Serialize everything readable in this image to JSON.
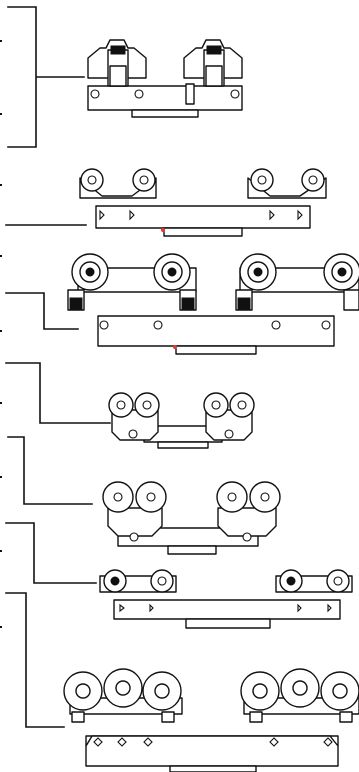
{
  "figure": {
    "background": "#ffffff",
    "line_color": "#111111",
    "marker_color": "#e53935",
    "items": [
      {
        "id": "carriage-a",
        "wheels": 2
      },
      {
        "id": "carriage-b",
        "wheels": 2
      },
      {
        "id": "carriage-c",
        "wheels": 2
      },
      {
        "id": "carriage-d",
        "wheels": 4
      },
      {
        "id": "carriage-e",
        "wheels": 4
      },
      {
        "id": "carriage-f",
        "wheels": 2
      },
      {
        "id": "carriage-g",
        "wheels": 6
      }
    ]
  }
}
